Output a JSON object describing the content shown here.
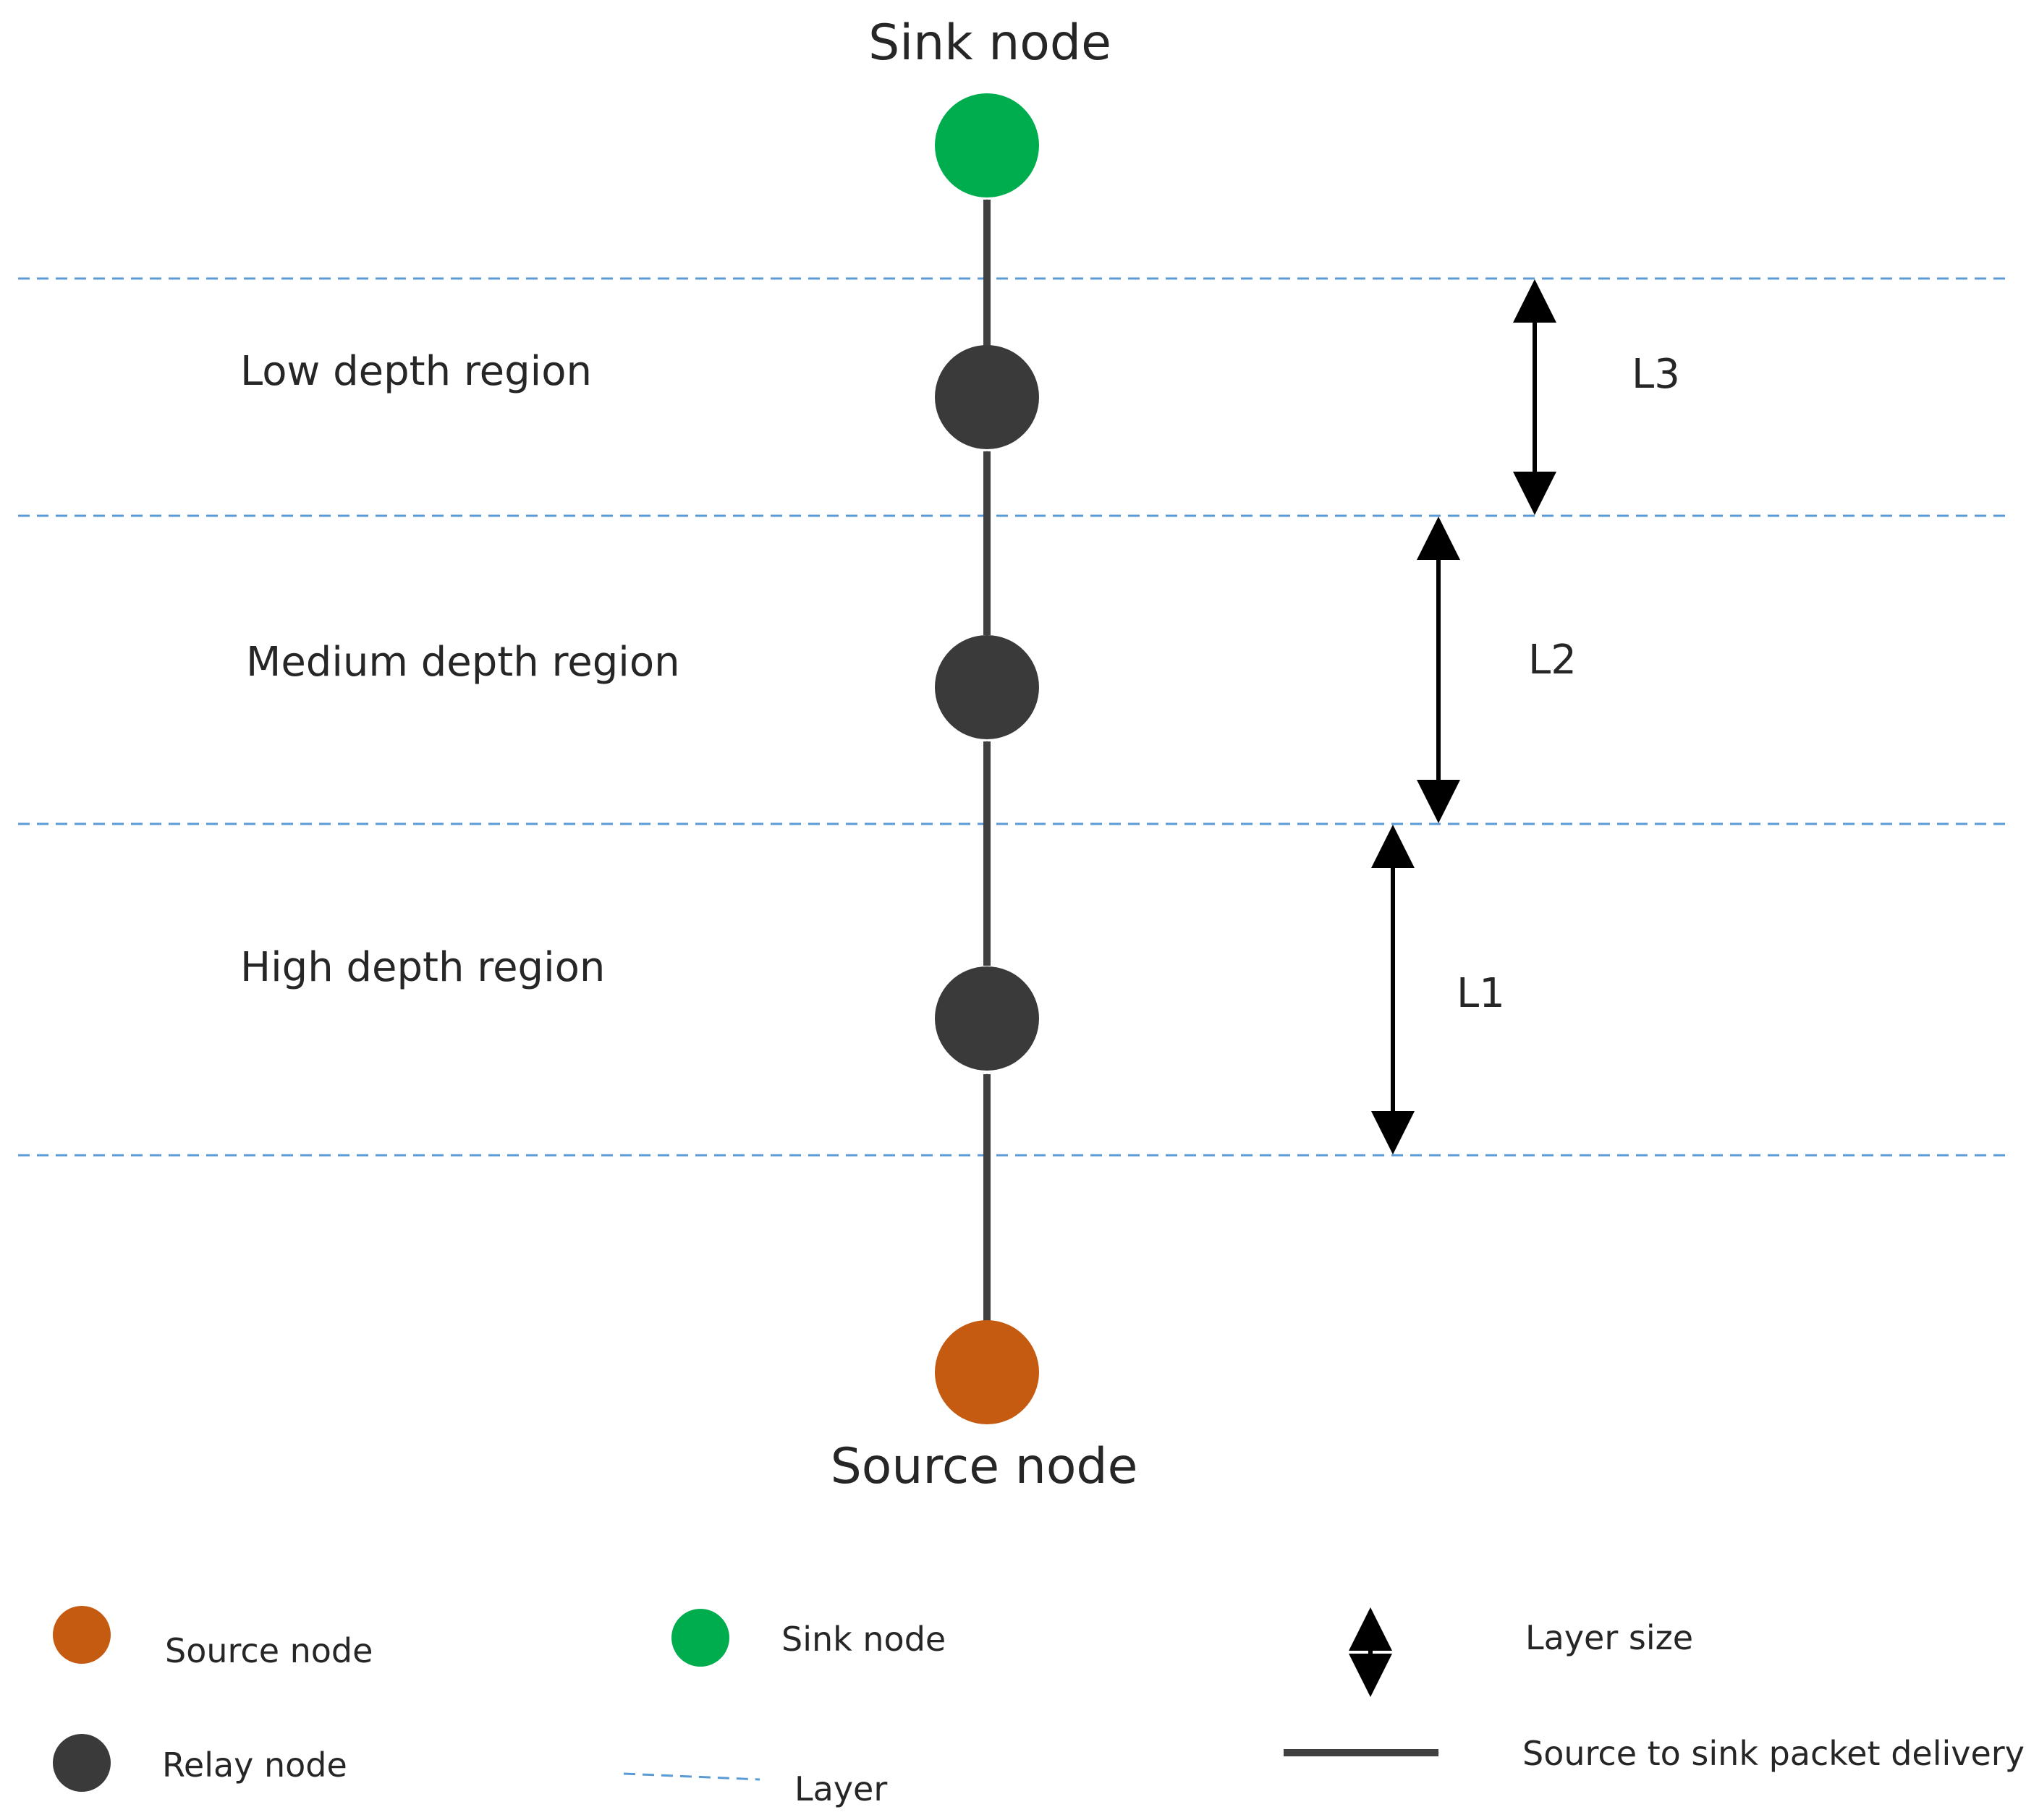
{
  "title_top": "Sink node",
  "title_bottom": "Source node",
  "regions": {
    "low": "Low depth region",
    "medium": "Medium depth region",
    "high": "High depth region"
  },
  "layer_labels": {
    "l3": "L3",
    "l2": "L2",
    "l1": "L1"
  },
  "legend": {
    "source": "Source node",
    "relay": "Relay node",
    "sink": "Sink node",
    "layer": "Layer",
    "layer_size": "Layer size",
    "delivery": "Source to sink packet delivery"
  },
  "colors": {
    "sink": "#00AD4E",
    "relay": "#3A3A3A",
    "source": "#C55A11",
    "layer_line": "#5B9BD5",
    "arrow": "#404040"
  }
}
